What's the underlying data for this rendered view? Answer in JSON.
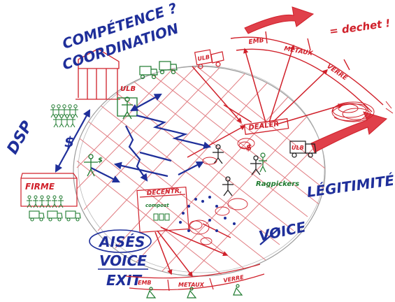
{
  "colors": {
    "blue": "#1f2f9a",
    "red": "#d0202a",
    "green": "#1d7a2e",
    "paper": "#ffffff"
  },
  "labels": {
    "competence": "COMPÉTENCE ?",
    "coordination": "COORDINATION",
    "dsp": "DSP",
    "dollar": "$",
    "firme": "FIRME",
    "ulb_building": "ULB",
    "ulb_truck_top": "ULB",
    "ulb_truck_right": "ULB",
    "dealer": "DEALER",
    "decentr": "DECENTR.",
    "compost": "compost",
    "ragpickers": "Ragpickers",
    "legitimite": "LÉGITIMITÉ ?",
    "dechet": "= dechet !",
    "voice_crossed": "VOICE",
    "aises": "AISÉS",
    "voice": "VOICE",
    "exit": "EXIT",
    "emb_top": "EMB",
    "metaux_top": "METAUX",
    "verre_top": "VERRE",
    "emb_bottom": "EMB",
    "metaux_bottom": "METAUX",
    "verre_bottom": "VERRE",
    "dealer_dollar": "$"
  }
}
